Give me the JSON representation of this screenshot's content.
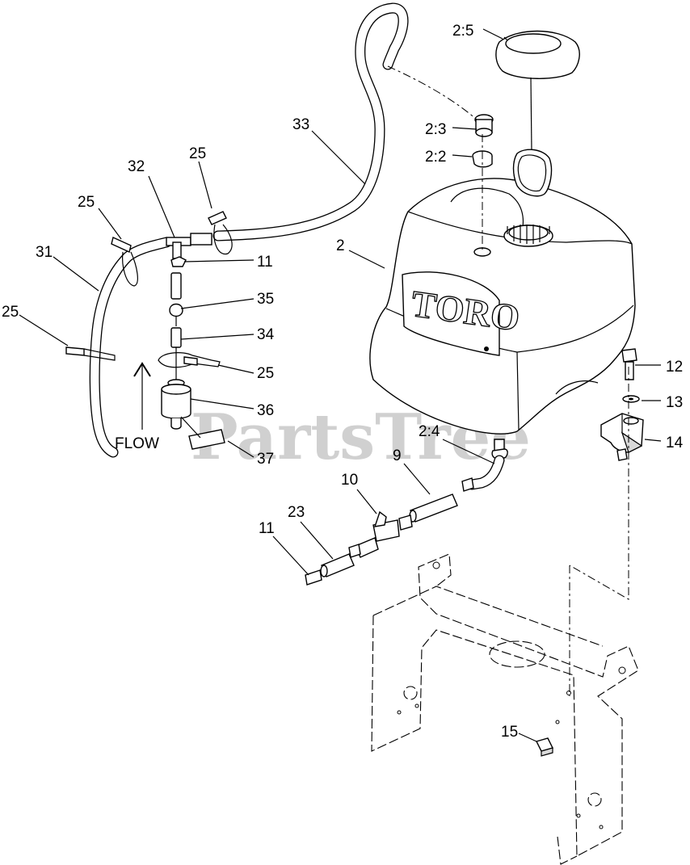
{
  "watermark": {
    "text": "PartsTree",
    "tm": "TM"
  },
  "tank_logo": "TORO",
  "flow_label": "FLOW",
  "callouts": [
    {
      "id": "c-2-5",
      "text": "2:5"
    },
    {
      "id": "c-2-3",
      "text": "2:3"
    },
    {
      "id": "c-2-2",
      "text": "2:2"
    },
    {
      "id": "c-33",
      "text": "33"
    },
    {
      "id": "c-32",
      "text": "32"
    },
    {
      "id": "c-25a",
      "text": "25"
    },
    {
      "id": "c-25b",
      "text": "25"
    },
    {
      "id": "c-25c",
      "text": "25"
    },
    {
      "id": "c-25d",
      "text": "25"
    },
    {
      "id": "c-31",
      "text": "31"
    },
    {
      "id": "c-11a",
      "text": "11"
    },
    {
      "id": "c-35",
      "text": "35"
    },
    {
      "id": "c-34",
      "text": "34"
    },
    {
      "id": "c-36",
      "text": "36"
    },
    {
      "id": "c-37",
      "text": "37"
    },
    {
      "id": "c-2",
      "text": "2"
    },
    {
      "id": "c-12",
      "text": "12"
    },
    {
      "id": "c-13",
      "text": "13"
    },
    {
      "id": "c-14",
      "text": "14"
    },
    {
      "id": "c-2-4",
      "text": "2:4"
    },
    {
      "id": "c-9",
      "text": "9"
    },
    {
      "id": "c-10",
      "text": "10"
    },
    {
      "id": "c-23",
      "text": "23"
    },
    {
      "id": "c-11b",
      "text": "11"
    },
    {
      "id": "c-15",
      "text": "15"
    }
  ]
}
